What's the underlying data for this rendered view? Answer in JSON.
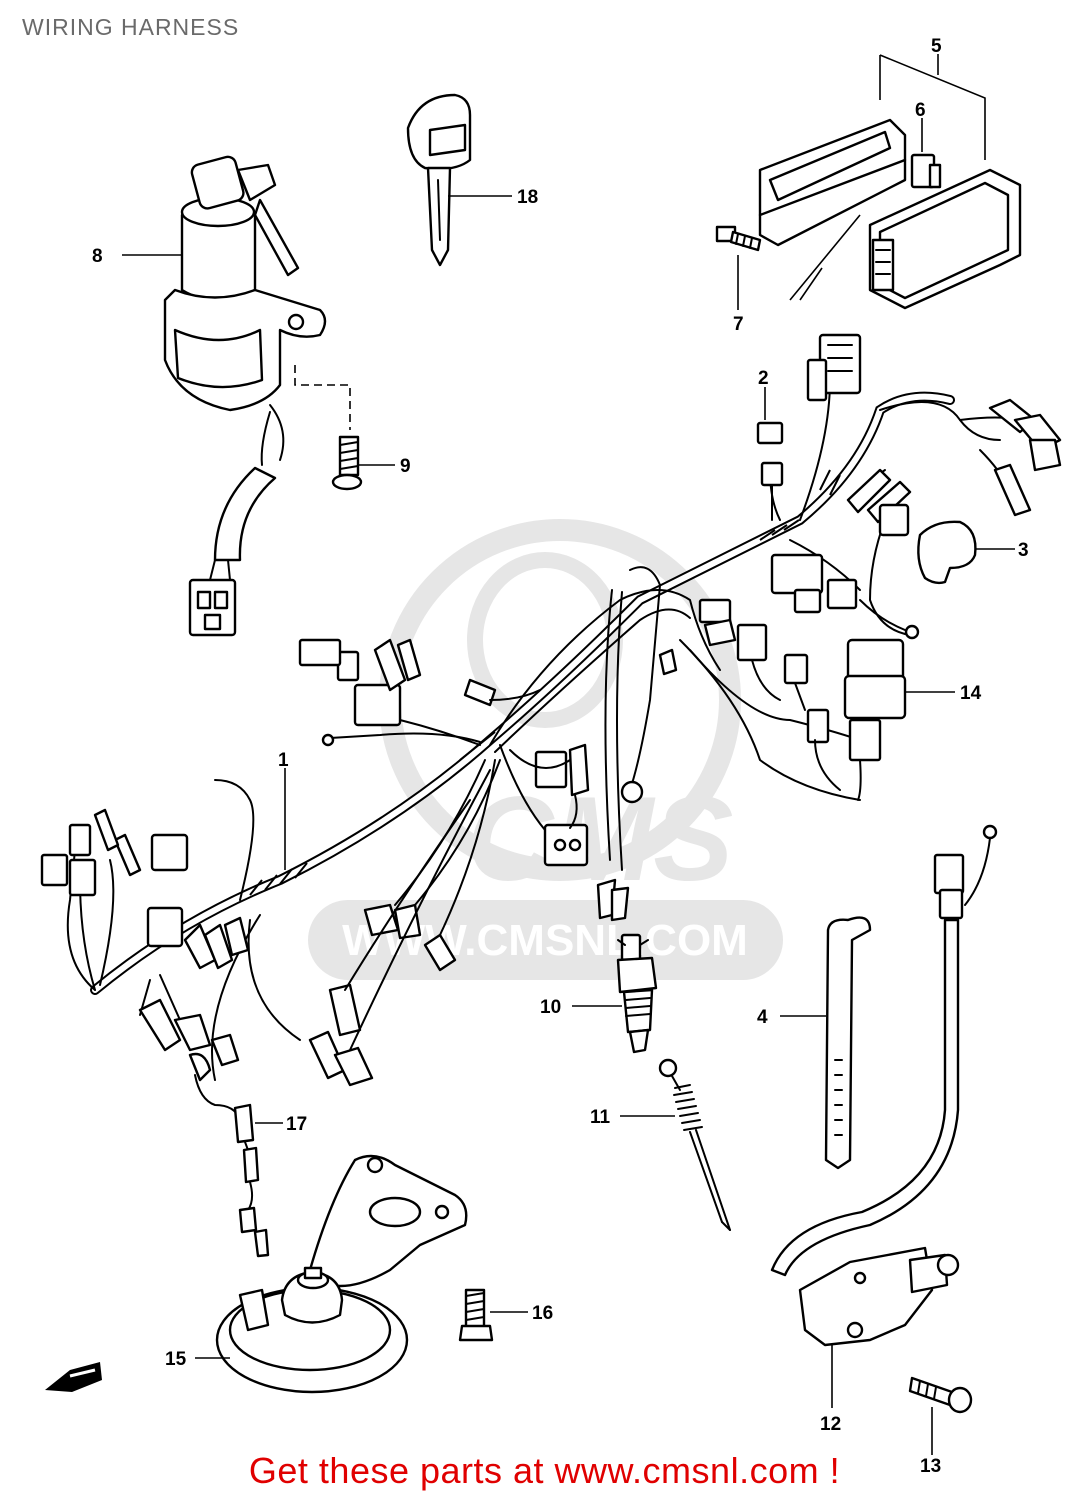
{
  "title": "WIRING HARNESS",
  "call_to_action": "Get these parts at www.cmsnl.com !",
  "watermark": {
    "logo_text": "CMS",
    "url_text": "WWW.CMSNL.COM"
  },
  "callouts": [
    {
      "id": "1",
      "label": "1"
    },
    {
      "id": "2",
      "label": "2"
    },
    {
      "id": "3",
      "label": "3"
    },
    {
      "id": "4",
      "label": "4"
    },
    {
      "id": "5",
      "label": "5"
    },
    {
      "id": "6",
      "label": "6"
    },
    {
      "id": "7",
      "label": "7"
    },
    {
      "id": "8",
      "label": "8"
    },
    {
      "id": "9",
      "label": "9"
    },
    {
      "id": "10",
      "label": "10"
    },
    {
      "id": "11",
      "label": "11"
    },
    {
      "id": "12",
      "label": "12"
    },
    {
      "id": "13",
      "label": "13"
    },
    {
      "id": "14",
      "label": "14"
    },
    {
      "id": "15",
      "label": "15"
    },
    {
      "id": "16",
      "label": "16"
    },
    {
      "id": "17",
      "label": "17"
    },
    {
      "id": "18",
      "label": "18"
    }
  ],
  "colors": {
    "title": "#6a6a6a",
    "call_to_action": "#e00000",
    "watermark": "#e6e6e6",
    "line_art": "#000000"
  }
}
